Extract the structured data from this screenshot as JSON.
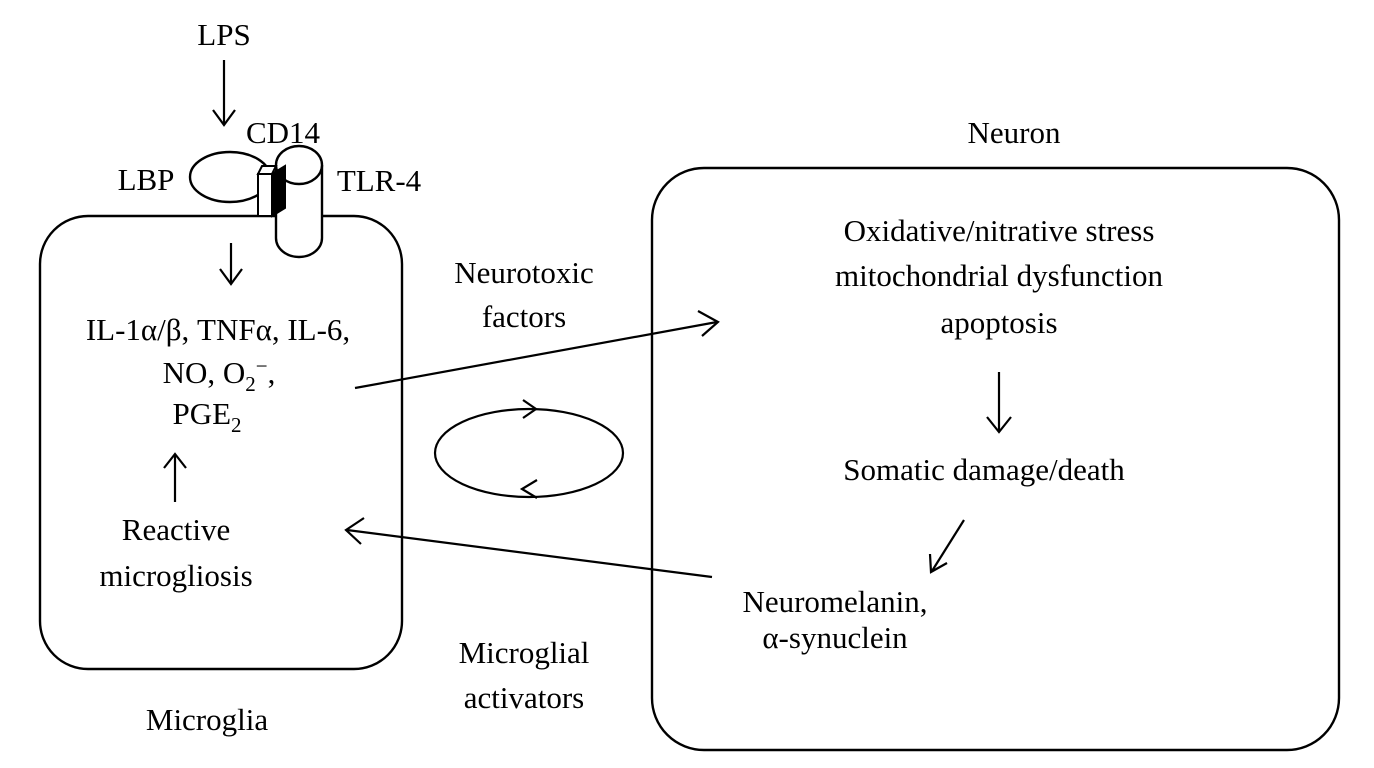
{
  "receptor": {
    "lps": "LPS",
    "cd14": "CD14",
    "lbp": "LBP",
    "tlr4": "TLR-4"
  },
  "microglia": {
    "label": "Microglia",
    "mediators_line1": "IL-1α/β, TNFα, IL-6,",
    "mediators_line2_a": "NO, O",
    "mediators_line2_sub": "2",
    "mediators_line2_sup": "−",
    "mediators_line2_b": ",",
    "mediators_line3_a": "PGE",
    "mediators_line3_sub": "2",
    "reactive_line1": "Reactive",
    "reactive_line2": "microgliosis"
  },
  "between": {
    "neurotoxic_line1": "Neurotoxic",
    "neurotoxic_line2": "factors",
    "activators_line1": "Microglial",
    "activators_line2": "activators"
  },
  "neuron": {
    "label": "Neuron",
    "stress_line1": "Oxidative/nitrative stress",
    "stress_line2": "mitochondrial dysfunction",
    "stress_line3": "apoptosis",
    "damage": "Somatic damage/death",
    "release_line1": "Neuromelanin,",
    "release_line2": "α-synuclein"
  }
}
